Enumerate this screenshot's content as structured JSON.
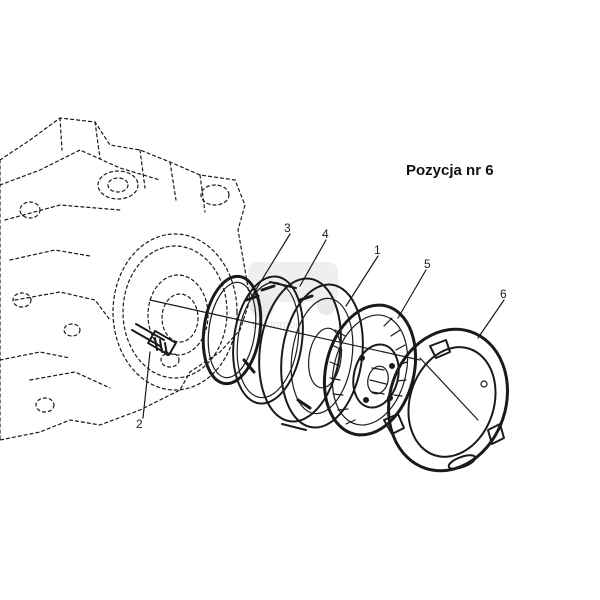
{
  "title": "Pozycja nr 6",
  "watermark": "traktorpool",
  "labels": {
    "p1": "1",
    "p2": "2",
    "p3": "3",
    "p4": "4",
    "p5": "5",
    "p6": "6"
  },
  "colors": {
    "ink": "#1a1a1a",
    "background": "#ffffff",
    "watermark": "#c8c8c8"
  }
}
